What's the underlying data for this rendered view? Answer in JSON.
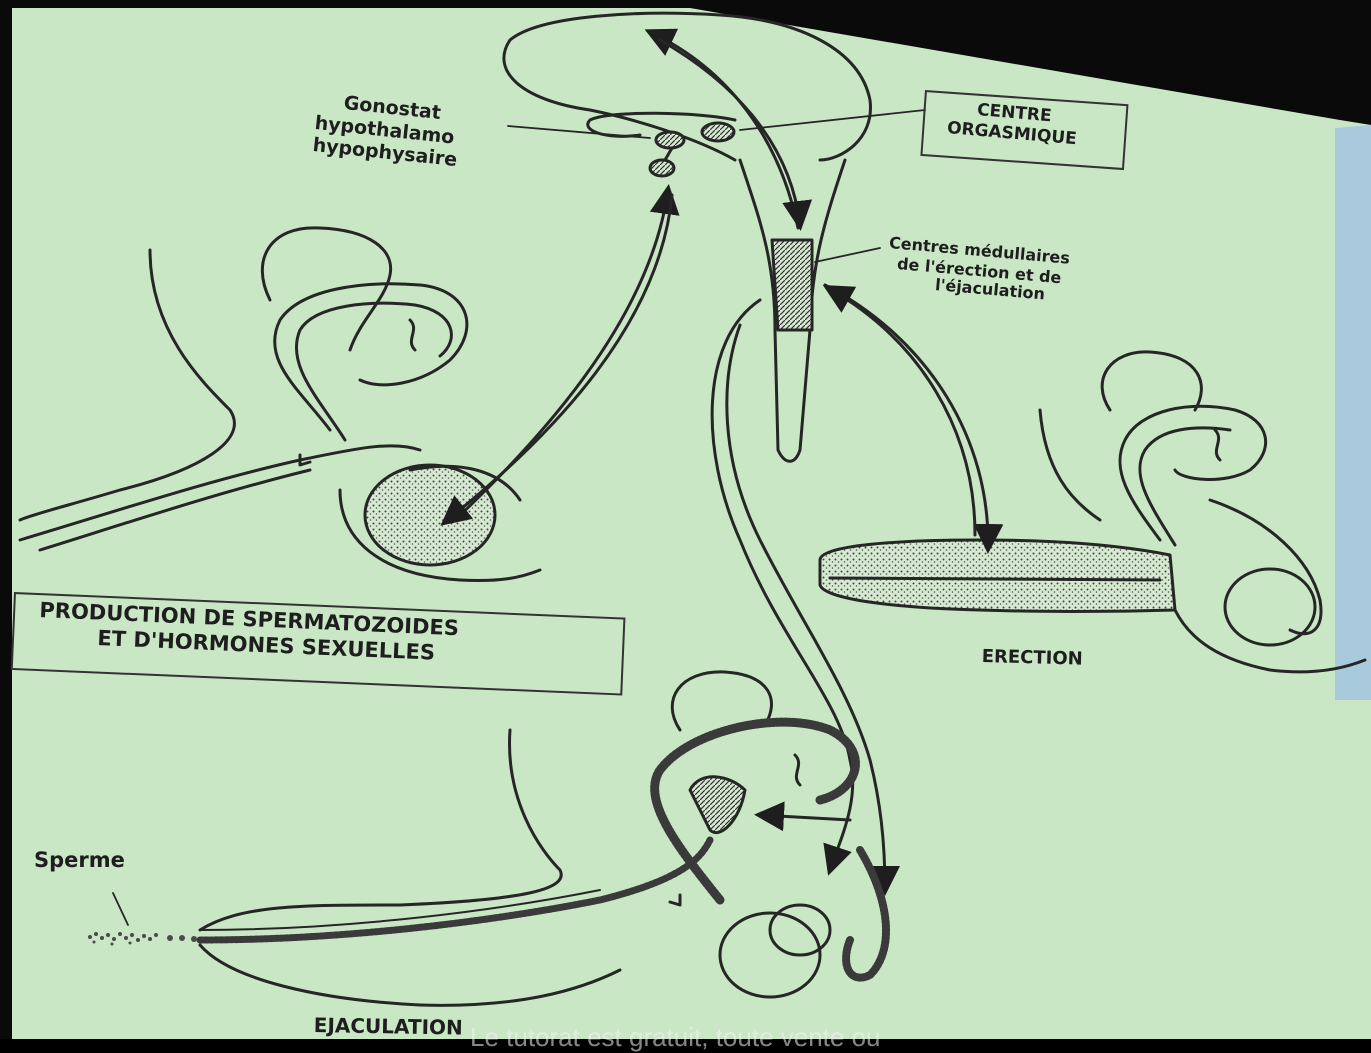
{
  "labels": {
    "gonostat_line1": "Gonostat",
    "gonostat_line2": "hypothalamo",
    "gonostat_line3": "hypophysaire",
    "centre_line1": "CENTRE",
    "centre_line2": "ORGASMIQUE",
    "medullaires_line1": "Centres médullaires",
    "medullaires_line2": "de l'érection et de",
    "medullaires_line3": "l'éjaculation",
    "production_line1": "PRODUCTION DE SPERMATOZOIDES",
    "production_line2": "ET D'HORMONES SEXUELLES",
    "erection": "ERECTION",
    "sperme": "Sperme",
    "ejaculation": "EJACULATION"
  },
  "caption": "Le tutorat est gratuit, toute vente ou",
  "colors": {
    "background": "#c8e6c4",
    "ink": "#262626",
    "frame": "#0a0a0a",
    "right_strip": "#a9c9dc"
  }
}
